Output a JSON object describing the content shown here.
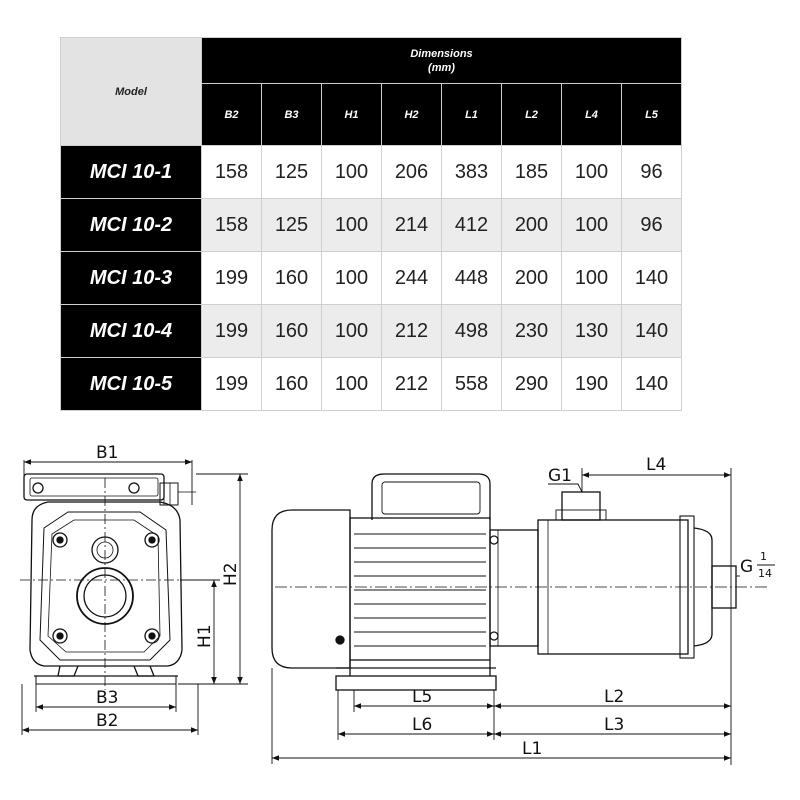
{
  "table": {
    "model_header": "Model",
    "dimensions_header": "Dimensions",
    "units_header": "(mm)",
    "columns": [
      "B2",
      "B3",
      "H1",
      "H2",
      "L1",
      "L2",
      "L4",
      "L5"
    ],
    "rows": [
      {
        "model": "MCI 10-1",
        "values": [
          "158",
          "125",
          "100",
          "206",
          "383",
          "185",
          "100",
          "96"
        ]
      },
      {
        "model": "MCI 10-2",
        "values": [
          "158",
          "125",
          "100",
          "214",
          "412",
          "200",
          "100",
          "96"
        ]
      },
      {
        "model": "MCI 10-3",
        "values": [
          "199",
          "160",
          "100",
          "244",
          "448",
          "200",
          "100",
          "140"
        ]
      },
      {
        "model": "MCI 10-4",
        "values": [
          "199",
          "160",
          "100",
          "212",
          "498",
          "230",
          "130",
          "140"
        ]
      },
      {
        "model": "MCI 10-5",
        "values": [
          "199",
          "160",
          "100",
          "212",
          "558",
          "290",
          "190",
          "140"
        ]
      }
    ]
  },
  "drawing": {
    "front_labels": {
      "b1": "B1",
      "b2": "B2",
      "b3": "B3",
      "h1": "H1",
      "h2": "H2"
    },
    "side_labels": {
      "g1": "G1",
      "g_outlet": "G",
      "g_frac_num": "1",
      "g_frac_den": "14",
      "l1": "L1",
      "l2": "L2",
      "l3": "L3",
      "l4": "L4",
      "l5": "L5",
      "l6": "L6"
    }
  }
}
